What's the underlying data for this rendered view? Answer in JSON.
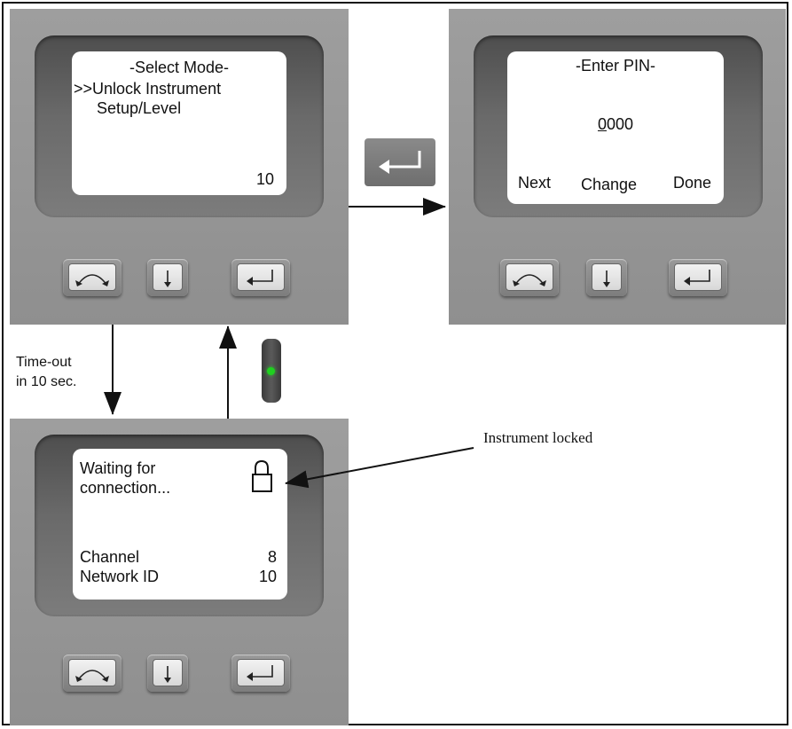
{
  "panels": {
    "select_mode": {
      "title": "-Select Mode-",
      "line1": ">>Unlock Instrument",
      "line2": "Setup/Level",
      "counter": "10"
    },
    "enter_pin": {
      "title": "-Enter PIN-",
      "pin_first": "0",
      "pin_rest": "000",
      "softkey_next": "Next",
      "softkey_change": "Change",
      "softkey_done": "Done"
    },
    "waiting": {
      "line1": "Waiting for",
      "line2": "connection...",
      "channel_label": "Channel",
      "channel_value": "8",
      "network_label": "Network ID",
      "network_value": "10"
    }
  },
  "labels": {
    "timeout": "Time-out\nin 10 sec.",
    "instrument_locked": "Instrument locked"
  },
  "icons": {
    "lock": "padlock-icon",
    "enter": "enter-arrow-icon",
    "down": "down-arrow-icon",
    "rotate": "curved-arrow-icon"
  },
  "colors": {
    "led": "#1fd11f",
    "panel": "#979797",
    "screen": "#ffffff"
  }
}
